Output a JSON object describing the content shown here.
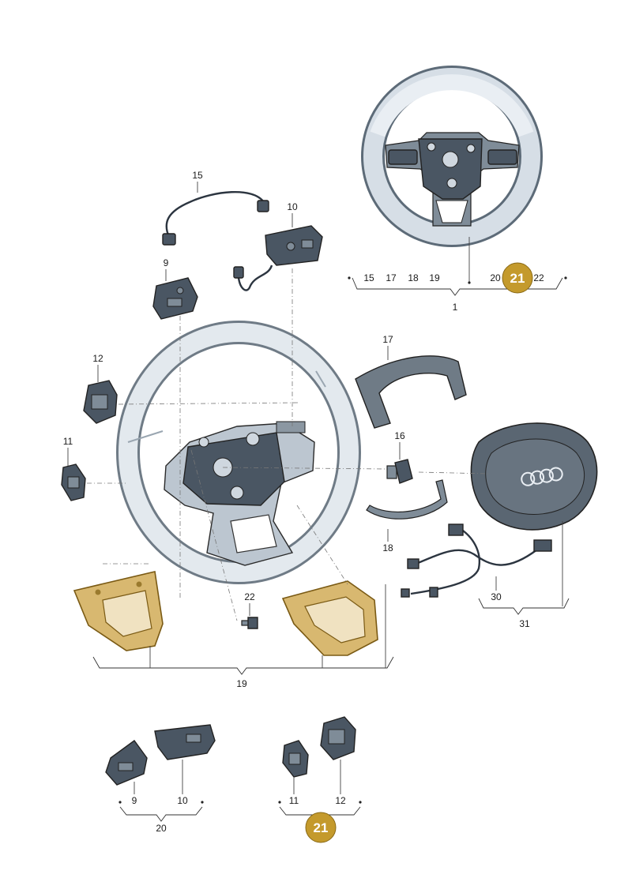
{
  "callouts": {
    "n15_top": "15",
    "n10_top": "10",
    "n9_top": "9",
    "n12": "12",
    "n11": "11",
    "n17": "17",
    "n16": "16",
    "n18": "18",
    "n22": "22",
    "n30": "30",
    "n31": "31",
    "n19": "19",
    "n1": "1",
    "n9_bot": "9",
    "n10_bot": "10",
    "n20_bot": "20",
    "n11_bot": "11",
    "n12_bot": "12"
  },
  "assembly1_list": [
    "15",
    "17",
    "18",
    "19",
    "20",
    "22"
  ],
  "badges": {
    "top": "21",
    "bottom": "21"
  },
  "colors": {
    "badge": "#c49a2c",
    "highlight": "#d8b870",
    "part_dark": "#4a5663",
    "wheel": "#d6dee6"
  },
  "icons": {
    "airbag_logo": "four-rings-logo"
  }
}
